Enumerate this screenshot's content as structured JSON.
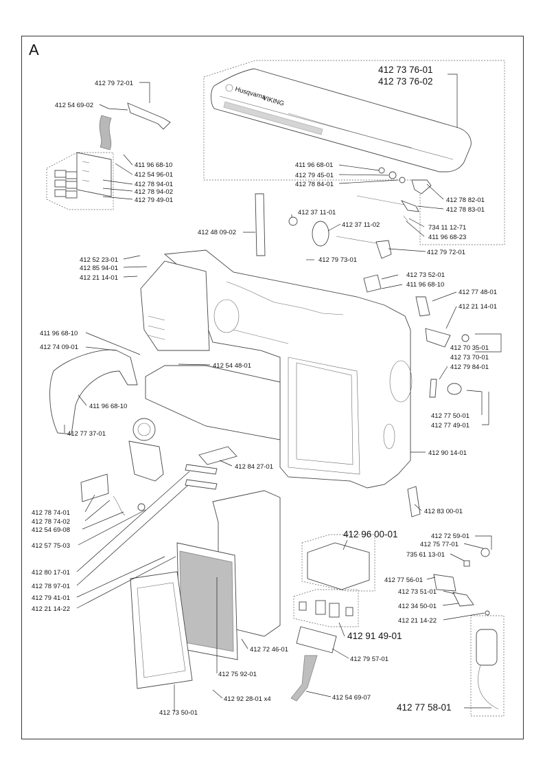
{
  "section_letter": "A",
  "labels": [
    {
      "id": "p1",
      "text": "412 73 76-01"
    },
    {
      "id": "p2",
      "text": "412 73 76-02"
    },
    {
      "id": "p3",
      "text": "412 79 72-01"
    },
    {
      "id": "p4",
      "text": "412 54 69-02"
    },
    {
      "id": "p5",
      "text": "411 96 68-10"
    },
    {
      "id": "p6",
      "text": "412 54 96-01"
    },
    {
      "id": "p7",
      "text": "412 78 94-01"
    },
    {
      "id": "p8",
      "text": "412 78 94-02"
    },
    {
      "id": "p9",
      "text": "412 79 49-01"
    },
    {
      "id": "p10",
      "text": "411 96 68-01"
    },
    {
      "id": "p11",
      "text": "412 79 45-01"
    },
    {
      "id": "p12",
      "text": "412 78 84-01"
    },
    {
      "id": "p13",
      "text": "412 78 82-01"
    },
    {
      "id": "p14",
      "text": "412 78 83-01"
    },
    {
      "id": "p15",
      "text": "412 48 09-02"
    },
    {
      "id": "p16",
      "text": "412 37 11-01"
    },
    {
      "id": "p17",
      "text": "412 37 11-02"
    },
    {
      "id": "p18",
      "text": "734 11 12-71"
    },
    {
      "id": "p19",
      "text": "411 96 68-23"
    },
    {
      "id": "p20",
      "text": "412 79 72-01"
    },
    {
      "id": "p21",
      "text": "412 52 23-01"
    },
    {
      "id": "p22",
      "text": "412 85 94-01"
    },
    {
      "id": "p23",
      "text": "412 21 14-01"
    },
    {
      "id": "p24",
      "text": "412 79 73-01"
    },
    {
      "id": "p25",
      "text": "412 73 52-01"
    },
    {
      "id": "p26",
      "text": "411 96 68-10"
    },
    {
      "id": "p27",
      "text": "412 77 48-01"
    },
    {
      "id": "p28",
      "text": "412 21 14-01"
    },
    {
      "id": "p29",
      "text": "411 96 68-10"
    },
    {
      "id": "p30",
      "text": "412 74 09-01"
    },
    {
      "id": "p31",
      "text": "412 70 35-01"
    },
    {
      "id": "p32",
      "text": "412 73 70-01"
    },
    {
      "id": "p33",
      "text": "412 54 48-01"
    },
    {
      "id": "p34",
      "text": "412 79 84-01"
    },
    {
      "id": "p35",
      "text": "411 96 68-10"
    },
    {
      "id": "p36",
      "text": "412 77 50-01"
    },
    {
      "id": "p37",
      "text": "412 77 49-01"
    },
    {
      "id": "p38",
      "text": "412 77 37-01"
    },
    {
      "id": "p39",
      "text": "412 90 14-01"
    },
    {
      "id": "p40",
      "text": "412 84 27-01"
    },
    {
      "id": "p41",
      "text": "412 78 74-01"
    },
    {
      "id": "p42",
      "text": "412 78 74-02"
    },
    {
      "id": "p43",
      "text": "412 54 69-08"
    },
    {
      "id": "p44",
      "text": "412 83 00-01"
    },
    {
      "id": "p45",
      "text": "412 57 75-03"
    },
    {
      "id": "p46",
      "text": "412 96 00-01"
    },
    {
      "id": "p47",
      "text": "412 72 59-01"
    },
    {
      "id": "p48",
      "text": "412 75 77-01"
    },
    {
      "id": "p49",
      "text": "735 61 13-01"
    },
    {
      "id": "p50",
      "text": "412 80 17-01"
    },
    {
      "id": "p51",
      "text": "412 77 56-01"
    },
    {
      "id": "p52",
      "text": "412 78 97-01"
    },
    {
      "id": "p53",
      "text": "412 73 51-01"
    },
    {
      "id": "p54",
      "text": "412 79 41-01"
    },
    {
      "id": "p55",
      "text": "412 34 50-01"
    },
    {
      "id": "p56",
      "text": "412 21 14-22"
    },
    {
      "id": "p57",
      "text": "412 21 14-22"
    },
    {
      "id": "p58",
      "text": "412 91 49-01"
    },
    {
      "id": "p59",
      "text": "412 72 46-01"
    },
    {
      "id": "p60",
      "text": "412 79 57-01"
    },
    {
      "id": "p61",
      "text": "412 75 92-01"
    },
    {
      "id": "p62",
      "text": "412 54 69-07"
    },
    {
      "id": "p63",
      "text": "412 92 28-01 x4"
    },
    {
      "id": "p64",
      "text": "412 77 58-01"
    },
    {
      "id": "p65",
      "text": "412 73 50-01"
    }
  ],
  "branding": {
    "logo_text": "Husqvarna",
    "brand_text": "VIKING"
  }
}
